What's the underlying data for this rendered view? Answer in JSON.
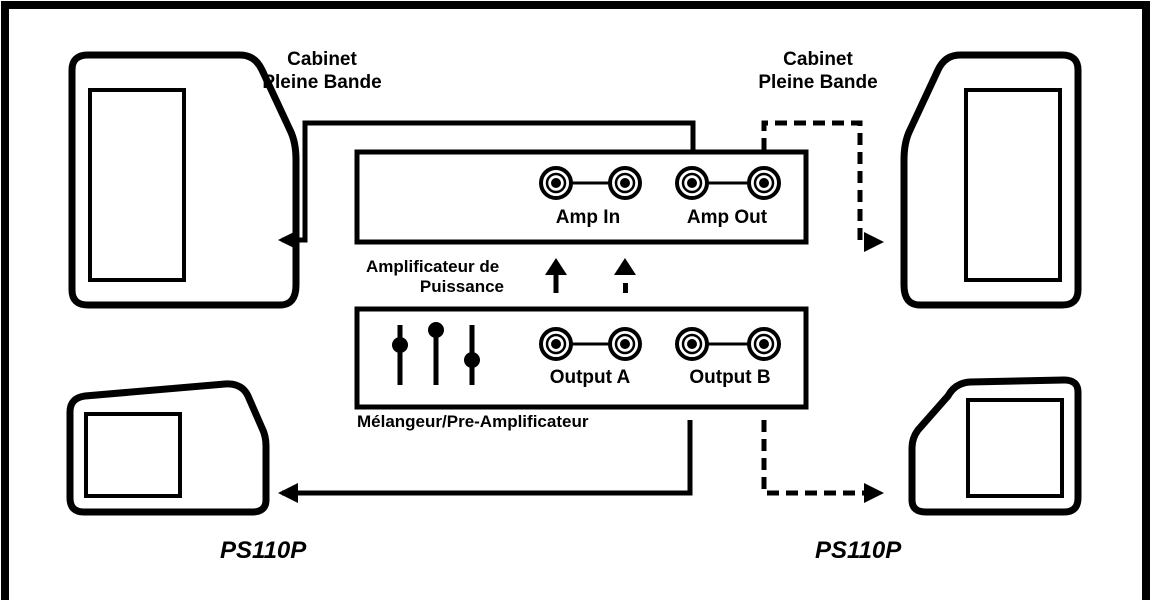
{
  "labels": {
    "cabinet_left_line1": "Cabinet",
    "cabinet_left_line2": "Pleine Bande",
    "cabinet_right_line1": "Cabinet",
    "cabinet_right_line2": "Pleine Bande",
    "amp_in": "Amp In",
    "amp_out": "Amp Out",
    "amplifier_line1": "Amplificateur de",
    "amplifier_line2": "Puissance",
    "output_a": "Output A",
    "output_b": "Output B",
    "mixer": "Mélangeur/Pre-Amplificateur",
    "model_left": "PS110P",
    "model_right": "PS110P"
  },
  "colors": {
    "ink": "#000000",
    "background": "#ffffff"
  }
}
